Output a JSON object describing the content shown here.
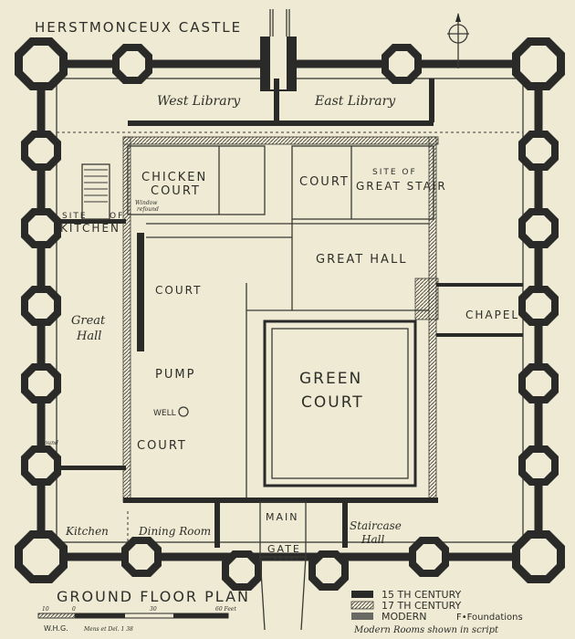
{
  "title": "HERSTMONCEUX CASTLE",
  "plan_title": "GROUND FLOOR PLAN",
  "colors": {
    "paper": "#eeead3",
    "ink": "#2a2a28"
  },
  "rooms": {
    "west_library": "West Library",
    "east_library": "East Library",
    "chicken_court_1": "CHICKEN",
    "chicken_court_2": "COURT",
    "court": "COURT",
    "great_stair_1": "SITE OF",
    "great_stair_2": "GREAT STAIR",
    "kitchen_site_1": "SITE",
    "kitchen_site_2": "OF",
    "kitchen_site_3": "KITCHEN",
    "window_note_1": "Window",
    "window_note_2": "refound",
    "refound_note": "refound",
    "great_hall": "GREAT HALL",
    "great_hall_script_1": "Great",
    "great_hall_script_2": "Hall",
    "chapel": "CHAPEL",
    "green_court_1": "GREEN",
    "green_court_2": "COURT",
    "pump": "PUMP",
    "well": "WELL",
    "pump_court": "COURT",
    "court_lower": "COURT",
    "kitchen": "Kitchen",
    "dining_room": "Dining Room",
    "main_gate_1": "MAIN",
    "main_gate_2": "GATE",
    "staircase_hall_1": "Staircase",
    "staircase_hall_2": "Hall"
  },
  "scale": {
    "ticks": [
      "10",
      "0",
      "30",
      "60 Feet"
    ],
    "credit": "W.H.G.",
    "credit_note": "Mens et Del. 1 38"
  },
  "legend": {
    "items": [
      {
        "label": "15 TH CENTURY",
        "fill": "solid"
      },
      {
        "label": "17 TH CENTURY",
        "fill": "hatched"
      },
      {
        "label": "MODERN",
        "fill": "cross-hatched"
      }
    ],
    "foundations": "F•Foundations",
    "note": "Modern Rooms shown in script"
  }
}
